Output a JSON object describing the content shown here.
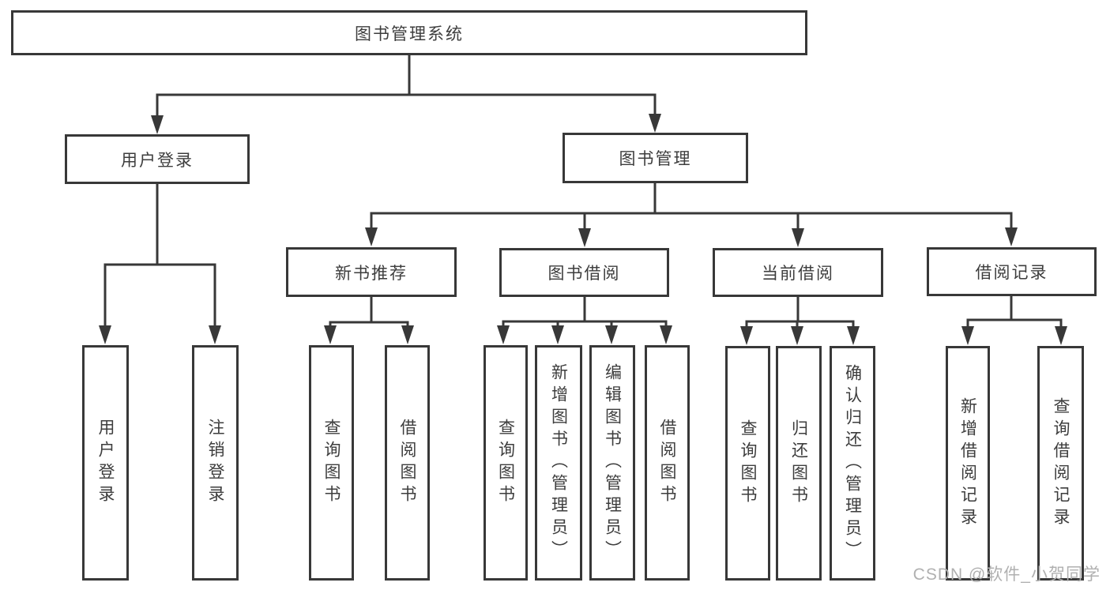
{
  "tree": {
    "root": "图书管理系统",
    "user_login": {
      "label": "用户登录",
      "children": [
        "用户登录",
        "注销登录"
      ]
    },
    "book_management": {
      "label": "图书管理",
      "sections": [
        {
          "label": "新书推荐",
          "children": [
            "查询图书",
            "借阅图书"
          ]
        },
        {
          "label": "图书借阅",
          "children": [
            "查询图书",
            "新增图书（管理员）",
            "编辑图书（管理员）",
            "借阅图书"
          ]
        },
        {
          "label": "当前借阅",
          "children": [
            "查询图书",
            "归还图书",
            "确认归还（管理员）"
          ]
        },
        {
          "label": "借阅记录",
          "children": [
            "新增借阅记录",
            "查询借阅记录"
          ]
        }
      ]
    }
  },
  "watermark": {
    "text": "CSDN @软件_小贺同学"
  },
  "colors": {
    "line": "#383838",
    "text": "#3d3d3d",
    "background": "#ffffff",
    "watermark": "#b0b0b0"
  }
}
